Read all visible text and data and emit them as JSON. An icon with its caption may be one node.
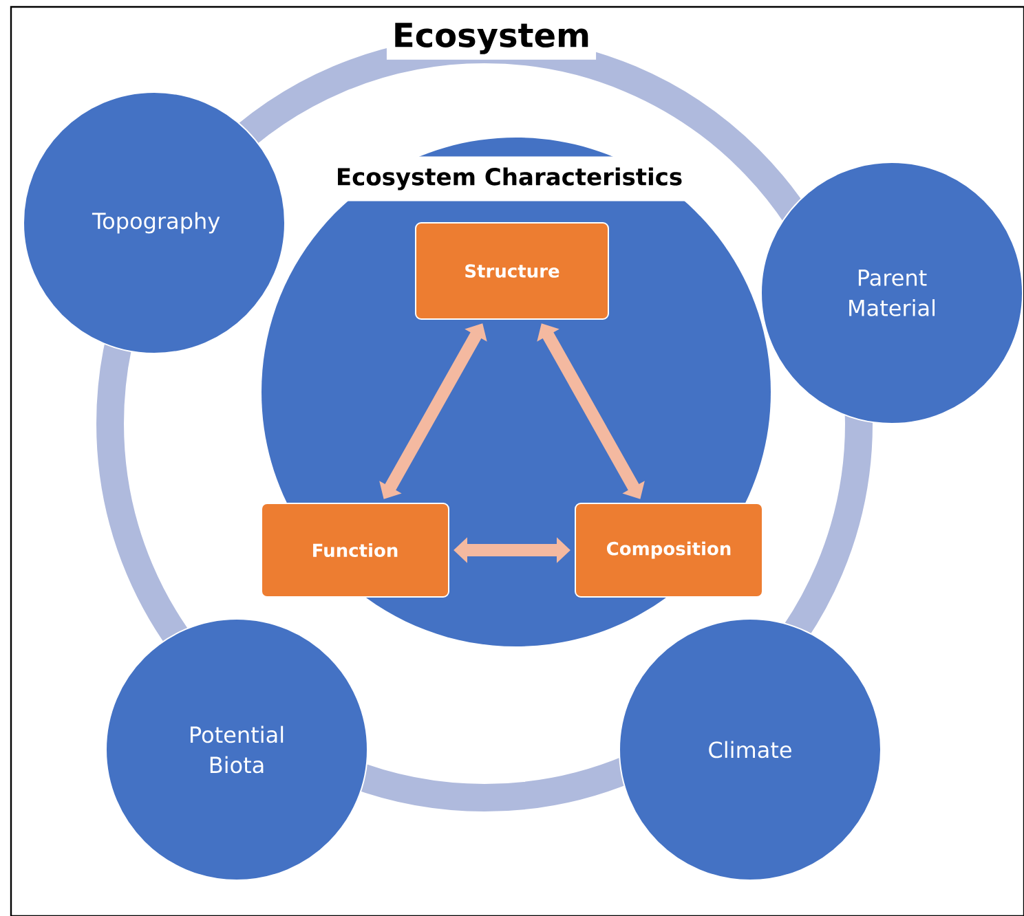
{
  "diagram": {
    "title": "Ecosystem",
    "nodes": [
      {
        "text": [
          "Ecosystem Characteristics"
        ]
      },
      {
        "text": [
          "Structure"
        ],
        "in": 0
      },
      {
        "text": [
          "Function"
        ],
        "in": 0
      },
      {
        "text": [
          "Composition"
        ],
        "in": 0
      },
      {
        "text": [
          "Topography"
        ]
      },
      {
        "text": [
          "Parent Material"
        ]
      },
      {
        "text": [
          "Potential Biota"
        ]
      },
      {
        "text": [
          "Climate"
        ]
      }
    ],
    "edges": [
      {
        "from": 1,
        "to": 2,
        "arrow": "both"
      },
      {
        "from": 1,
        "to": 3,
        "arrow": "both"
      },
      {
        "from": 2,
        "to": 3,
        "arrow": "both"
      }
    ]
  }
}
